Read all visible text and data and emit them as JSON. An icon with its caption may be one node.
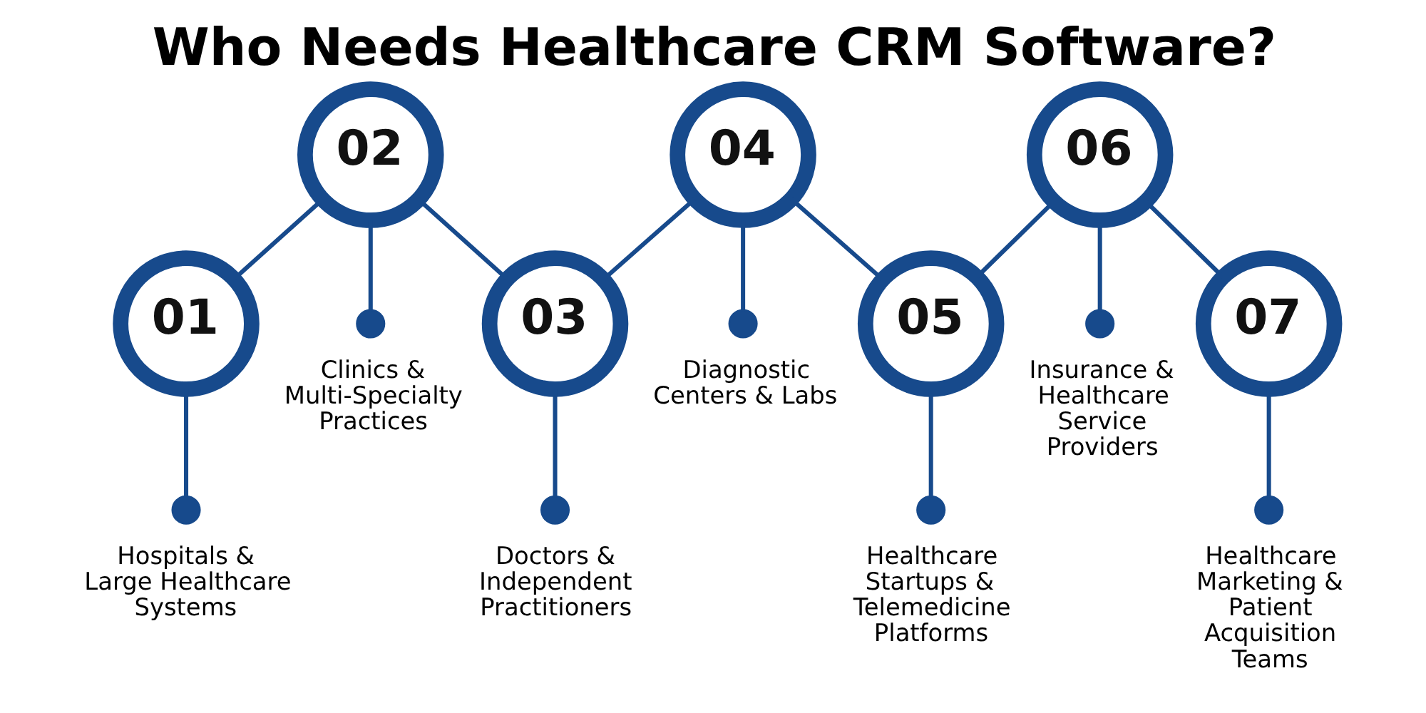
{
  "diagram": {
    "title": "Who Needs Healthcare CRM Software?",
    "nodes": [
      {
        "text": [
          "01"
        ]
      },
      {
        "text": [],
        "shape": "circle",
        "beside": [
          "Hospitals & Large Healthcare Systems"
        ]
      },
      {
        "text": [
          "02"
        ]
      },
      {
        "text": [],
        "shape": "circle",
        "beside": [
          "Clinics & Multi-Specialty Practices"
        ]
      },
      {
        "text": [
          "03"
        ]
      },
      {
        "text": [],
        "shape": "circle",
        "beside": [
          "Doctors & Independent Practitioners"
        ]
      },
      {
        "text": [
          "04"
        ]
      },
      {
        "text": [],
        "shape": "circle",
        "beside": [
          "Diagnostic Centers & Labs"
        ]
      },
      {
        "text": [
          "05"
        ]
      },
      {
        "text": [],
        "shape": "circle",
        "beside": [
          "Healthcare Startups & Telemedicine Platforms"
        ]
      },
      {
        "text": [
          "06"
        ]
      },
      {
        "text": [],
        "shape": "circle",
        "beside": [
          "Insurance & Healthcare Service Providers"
        ]
      },
      {
        "text": [
          "07"
        ]
      },
      {
        "text": [],
        "shape": "circle",
        "beside": [
          "Healthcare Marketing & Patient Acquisition Teams"
        ]
      }
    ],
    "edges": [
      {
        "from": 0,
        "to": 1,
        "arrow": "none"
      },
      {
        "from": 0,
        "to": 2,
        "arrow": "none"
      },
      {
        "from": 2,
        "to": 3,
        "arrow": "none"
      },
      {
        "from": 2,
        "to": 4,
        "arrow": "none"
      },
      {
        "from": 4,
        "to": 5,
        "arrow": "none"
      },
      {
        "from": 4,
        "to": 6,
        "arrow": "none"
      },
      {
        "from": 6,
        "to": 7,
        "arrow": "none"
      },
      {
        "from": 6,
        "to": 8,
        "arrow": "none"
      },
      {
        "from": 8,
        "to": 9,
        "arrow": "none"
      },
      {
        "from": 8,
        "to": 10,
        "arrow": "none"
      },
      {
        "from": 10,
        "to": 11,
        "arrow": "none"
      },
      {
        "from": 10,
        "to": 12,
        "arrow": "none"
      },
      {
        "from": 12,
        "to": 13,
        "arrow": "none"
      }
    ]
  }
}
